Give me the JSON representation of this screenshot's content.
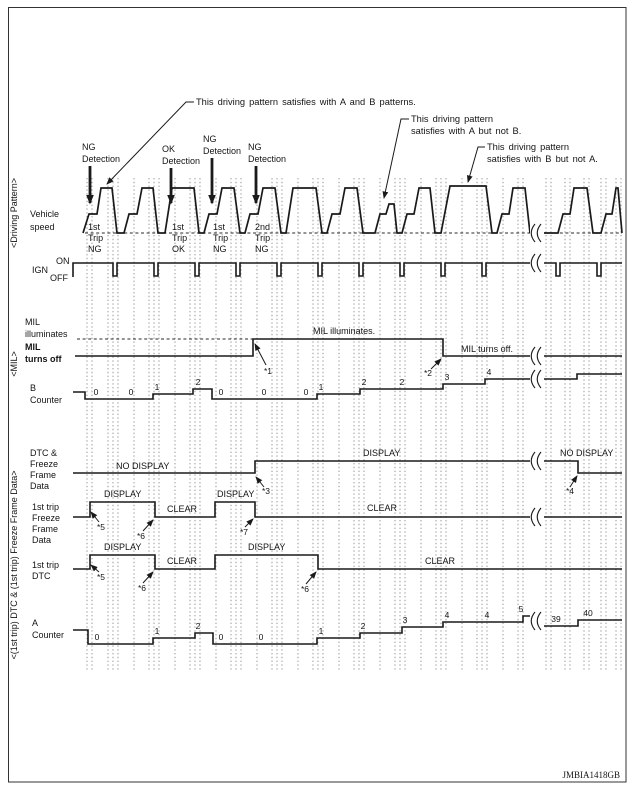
{
  "figure_code": "JMBIA1418GB",
  "annotations": {
    "ab": "This driving pattern satisfies with A and B patterns.",
    "a_not_b_line1": "This driving pattern",
    "a_not_b_line2": "satisfies with A but not B.",
    "b_not_a_line1": "This driving pattern",
    "b_not_a_line2": "satisfies with B but not A."
  },
  "detections": [
    {
      "line1": "NG",
      "line2": "Detection"
    },
    {
      "line1": "OK",
      "line2": "Detection"
    },
    {
      "line1": "NG",
      "line2": "Detection"
    },
    {
      "line1": "NG",
      "line2": "Detection"
    }
  ],
  "trips": [
    {
      "line1": "1st",
      "line2": "Trip",
      "line3": "NG"
    },
    {
      "line1": "1st",
      "line2": "Trip",
      "line3": "OK"
    },
    {
      "line1": "1st",
      "line2": "Trip",
      "line3": "NG"
    },
    {
      "line1": "2nd",
      "line2": "Trip",
      "line3": "NG"
    }
  ],
  "axes": {
    "driving_pattern": "<Driving Pattern>",
    "mil": "<MIL>",
    "dtc_group": "<(1st trip) DTC & (1st trip) Freeze Frame Data>"
  },
  "labels": {
    "vehicle_speed": [
      "Vehicle",
      "speed"
    ],
    "ign": "IGN",
    "on": "ON",
    "off": "OFF",
    "mil_illuminates": [
      "MIL",
      "illuminates"
    ],
    "mil_turns_off": [
      "MIL",
      "turns off"
    ],
    "b_counter": [
      "B",
      "Counter"
    ],
    "dtc_ffd": [
      "DTC &",
      "Freeze",
      "Frame",
      "Data"
    ],
    "trip_ffd": [
      "1st trip",
      "Freeze",
      "Frame",
      "Data"
    ],
    "trip_dtc": [
      "1st trip",
      "DTC"
    ],
    "a_counter": [
      "A",
      "Counter"
    ]
  },
  "notes": {
    "mil_illuminates": "MIL illuminates.",
    "mil_turns_off": "MIL turns off."
  },
  "states": {
    "display": "DISPLAY",
    "no_display": "NO DISPLAY",
    "clear": "CLEAR"
  },
  "stars": {
    "s1": "*1",
    "s2": "*2",
    "s3": "*3",
    "s4": "*4",
    "s5": "*5",
    "s6": "*6",
    "s7": "*7"
  },
  "b_counter_values": [
    "0",
    "0",
    "1",
    "2",
    "0",
    "0",
    "0",
    "1",
    "2",
    "2",
    "3",
    "4"
  ],
  "a_counter_values": [
    "0",
    "1",
    "2",
    "0",
    "0",
    "1",
    "2",
    "3",
    "4",
    "4",
    "5",
    "39",
    "40"
  ]
}
